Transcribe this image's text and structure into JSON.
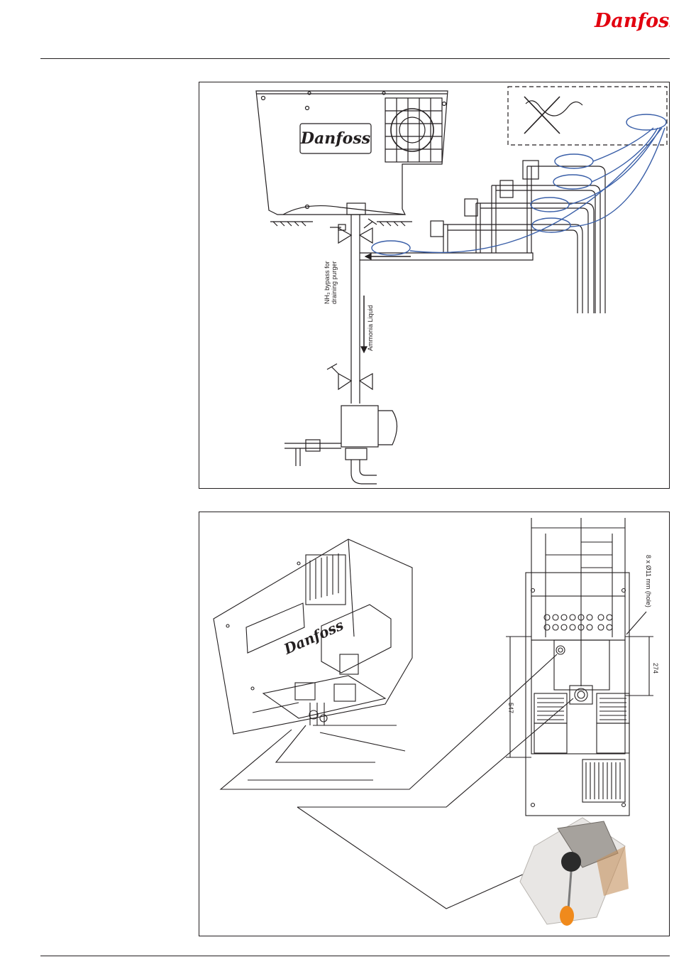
{
  "header": {
    "brand": "Danfoss"
  },
  "figure_1": {
    "logo_text": "Danfoss",
    "bypass_label": "NH₃ bypass for draining purger",
    "bypass_line_1": "NH₃ bypass for",
    "bypass_line_2": "draining purger",
    "flow_label": "Ammonia Liquid"
  },
  "figure_2": {
    "logo_text": "Danfoss",
    "hole_label": "8 x Ø11 mm (hole)",
    "dim_vertical_short": "274",
    "dim_vertical_long": "547"
  },
  "colors": {
    "line": "#231f20",
    "connector_blue": "#3a5fa8",
    "brand_red": "#e2000f",
    "photo_orange": "#f08a1c"
  }
}
